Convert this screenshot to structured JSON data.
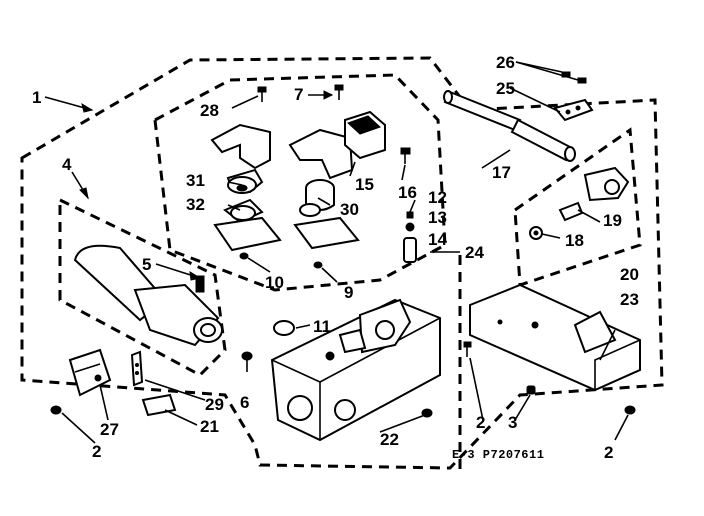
{
  "diagram": {
    "part_code": "E-3 P7207611",
    "callouts": {
      "c1": "1",
      "c2a": "2",
      "c2b": "2",
      "c2c": "2",
      "c3": "3",
      "c4": "4",
      "c5": "5",
      "c6": "6",
      "c7": "7",
      "c9": "9",
      "c10": "10",
      "c11": "11",
      "c12": "12",
      "c13": "13",
      "c14": "14",
      "c15": "15",
      "c16": "16",
      "c17": "17",
      "c18": "18",
      "c19": "19",
      "c20": "20",
      "c21": "21",
      "c22": "22",
      "c23": "23",
      "c24": "24",
      "c25": "25",
      "c26": "26",
      "c27": "27",
      "c28": "28",
      "c29": "29",
      "c30": "30",
      "c31": "31",
      "c32": "32"
    }
  }
}
